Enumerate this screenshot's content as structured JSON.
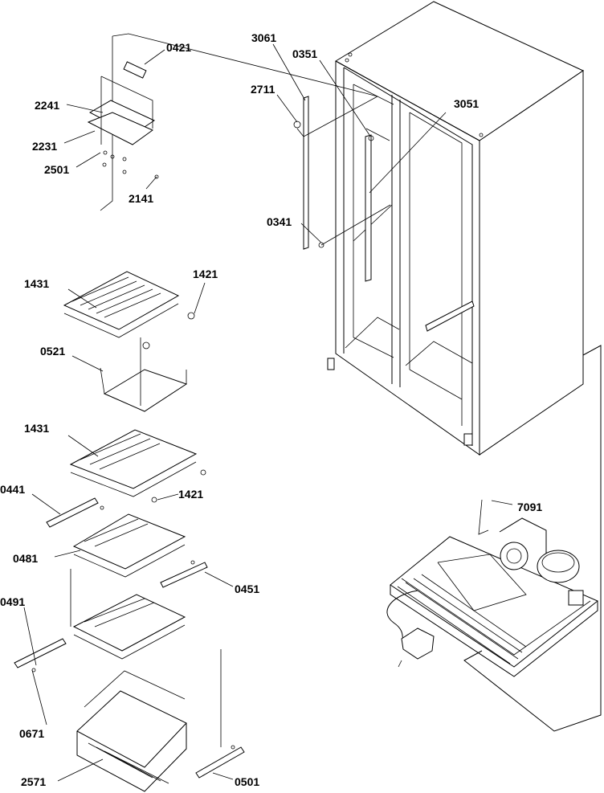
{
  "callouts": {
    "c0421": "0421",
    "c2241": "2241",
    "c2231": "2231",
    "c2501": "2501",
    "c2141": "2141",
    "c3061": "3061",
    "c2711": "2711",
    "c0351": "0351",
    "c3051": "3051",
    "c0341": "0341",
    "c1431a": "1431",
    "c1421a": "1421",
    "c0521": "0521",
    "c1431b": "1431",
    "c1421b": "1421",
    "c0441": "0441",
    "c0481": "0481",
    "c0451": "0451",
    "c0491": "0491",
    "c0671": "0671",
    "c2571": "2571",
    "c0501": "0501",
    "c7091": "7091"
  }
}
